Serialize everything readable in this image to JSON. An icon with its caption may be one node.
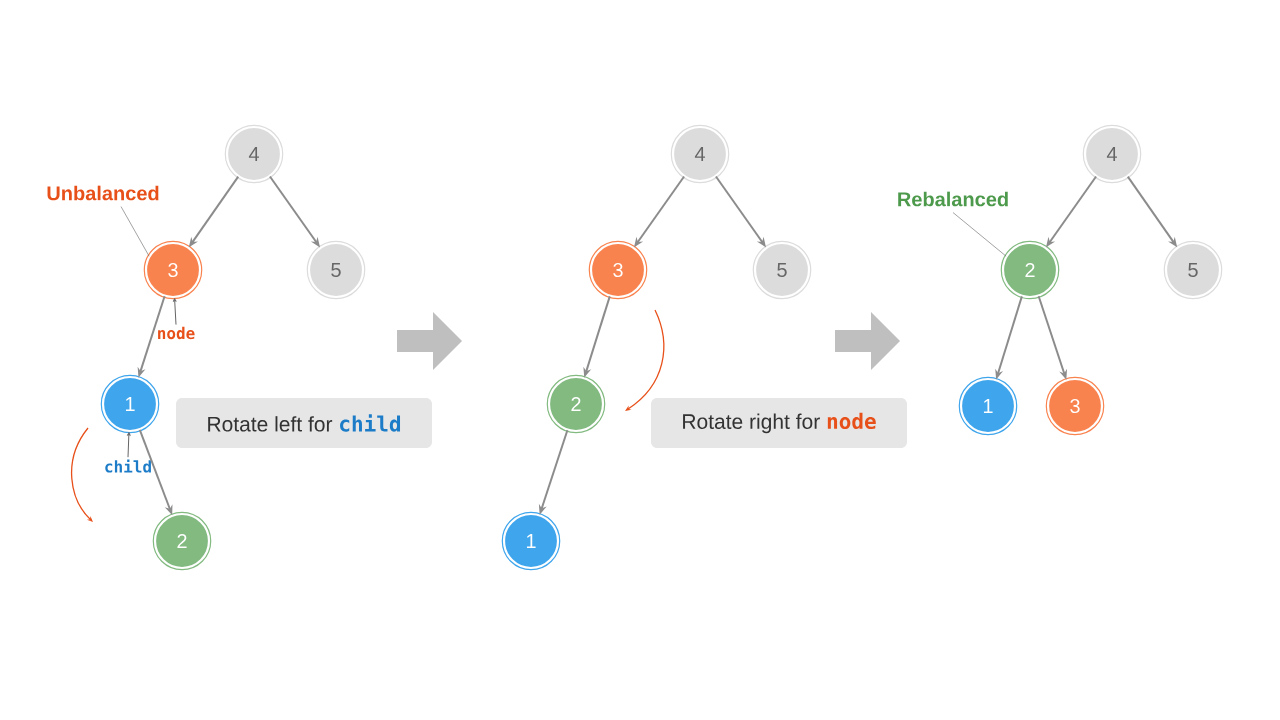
{
  "diagram": {
    "nodes": [
      {
        "text": [
          "4"
        ]
      },
      {
        "text": [
          "3"
        ]
      },
      {
        "text": [
          "5"
        ]
      },
      {
        "text": [
          "1"
        ]
      },
      {
        "text": [
          "2"
        ]
      },
      {
        "text": [
          "Unbalanced"
        ]
      },
      {
        "text": [
          "node"
        ]
      },
      {
        "text": [
          "child"
        ]
      },
      {
        "text": [
          "Rotate left for **child**"
        ]
      },
      {
        "text": [
          "4"
        ]
      },
      {
        "text": [
          "3"
        ]
      },
      {
        "text": [
          "5"
        ]
      },
      {
        "text": [
          "2"
        ]
      },
      {
        "text": [
          "1"
        ]
      },
      {
        "text": [
          "Rotate right for **node**"
        ]
      },
      {
        "text": [
          "4"
        ]
      },
      {
        "text": [
          "2"
        ]
      },
      {
        "text": [
          "5"
        ]
      },
      {
        "text": [
          "1"
        ]
      },
      {
        "text": [
          "3"
        ]
      },
      {
        "text": [
          "Rebalanced"
        ]
      }
    ],
    "edges": [
      {
        "from": 0,
        "to": 1,
        "arrow": "to"
      },
      {
        "from": 0,
        "to": 2,
        "arrow": "to"
      },
      {
        "from": 1,
        "to": 3,
        "arrow": "to"
      },
      {
        "from": 3,
        "to": 4,
        "arrow": "to"
      },
      {
        "from": 5,
        "to": 1,
        "arrow": "none"
      },
      {
        "from": 6,
        "to": 1,
        "arrow": "to"
      },
      {
        "from": 7,
        "to": 3,
        "arrow": "to"
      },
      {
        "from": 9,
        "to": 10,
        "arrow": "to"
      },
      {
        "from": 9,
        "to": 11,
        "arrow": "to"
      },
      {
        "from": 10,
        "to": 12,
        "arrow": "to"
      },
      {
        "from": 12,
        "to": 13,
        "arrow": "to"
      },
      {
        "from": 15,
        "to": 16,
        "arrow": "to"
      },
      {
        "from": 15,
        "to": 17,
        "arrow": "to"
      },
      {
        "from": 16,
        "to": 18,
        "arrow": "to"
      },
      {
        "from": 16,
        "to": 19,
        "arrow": "to"
      },
      {
        "from": 20,
        "to": 16,
        "arrow": "none"
      }
    ]
  }
}
